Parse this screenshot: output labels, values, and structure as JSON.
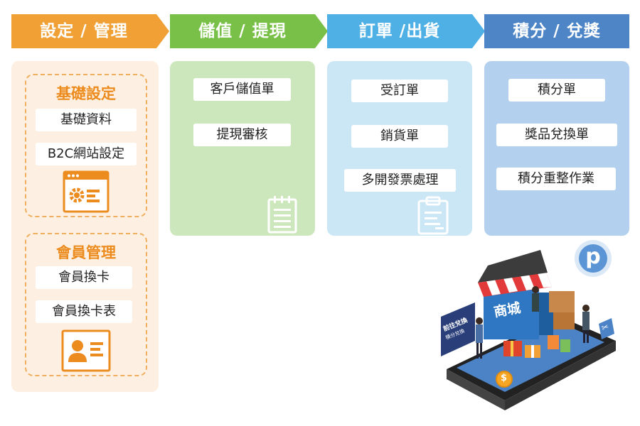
{
  "columns": [
    {
      "header": "設定 / 管理",
      "color": "#f0a035",
      "panel_color": "#fdf0e2"
    },
    {
      "header": "儲值 / 提現",
      "color": "#78c047",
      "panel_color": "#cde7bc"
    },
    {
      "header": "訂單 /出貨",
      "color": "#4fb0e5",
      "panel_color": "#cbe6f5"
    },
    {
      "header": "積分 / 兌獎",
      "color": "#4d85c7",
      "panel_color": "#b3d0ee"
    }
  ],
  "settings": {
    "groups": [
      {
        "title": "基礎設定",
        "items": [
          "基礎資料",
          "B2C網站設定"
        ],
        "icon": "settings-window-icon"
      },
      {
        "title": "會員管理",
        "items": [
          "會員換卡",
          "會員換卡表"
        ],
        "icon": "member-card-icon"
      }
    ]
  },
  "deposit": {
    "items": [
      "客戶儲值單",
      "提現審核"
    ],
    "icon": "notepad-icon"
  },
  "orders": {
    "items": [
      "受訂單",
      "銷貨單",
      "多開發票處理"
    ],
    "icon": "clipboard-icon"
  },
  "points": {
    "items": [
      "積分單",
      "獎品兌換單",
      "積分重整作業"
    ]
  },
  "illustration": {
    "shop_sign": "商城",
    "billboard_title": "前往兌換",
    "billboard_sub": "積分兌換",
    "points_badge": "p",
    "coin_symbol": "$",
    "scissors_symbol": "✂"
  },
  "icons": [
    "settings-window-icon",
    "member-card-icon",
    "notepad-icon",
    "clipboard-icon",
    "points-p-icon",
    "dollar-coin-icon"
  ]
}
